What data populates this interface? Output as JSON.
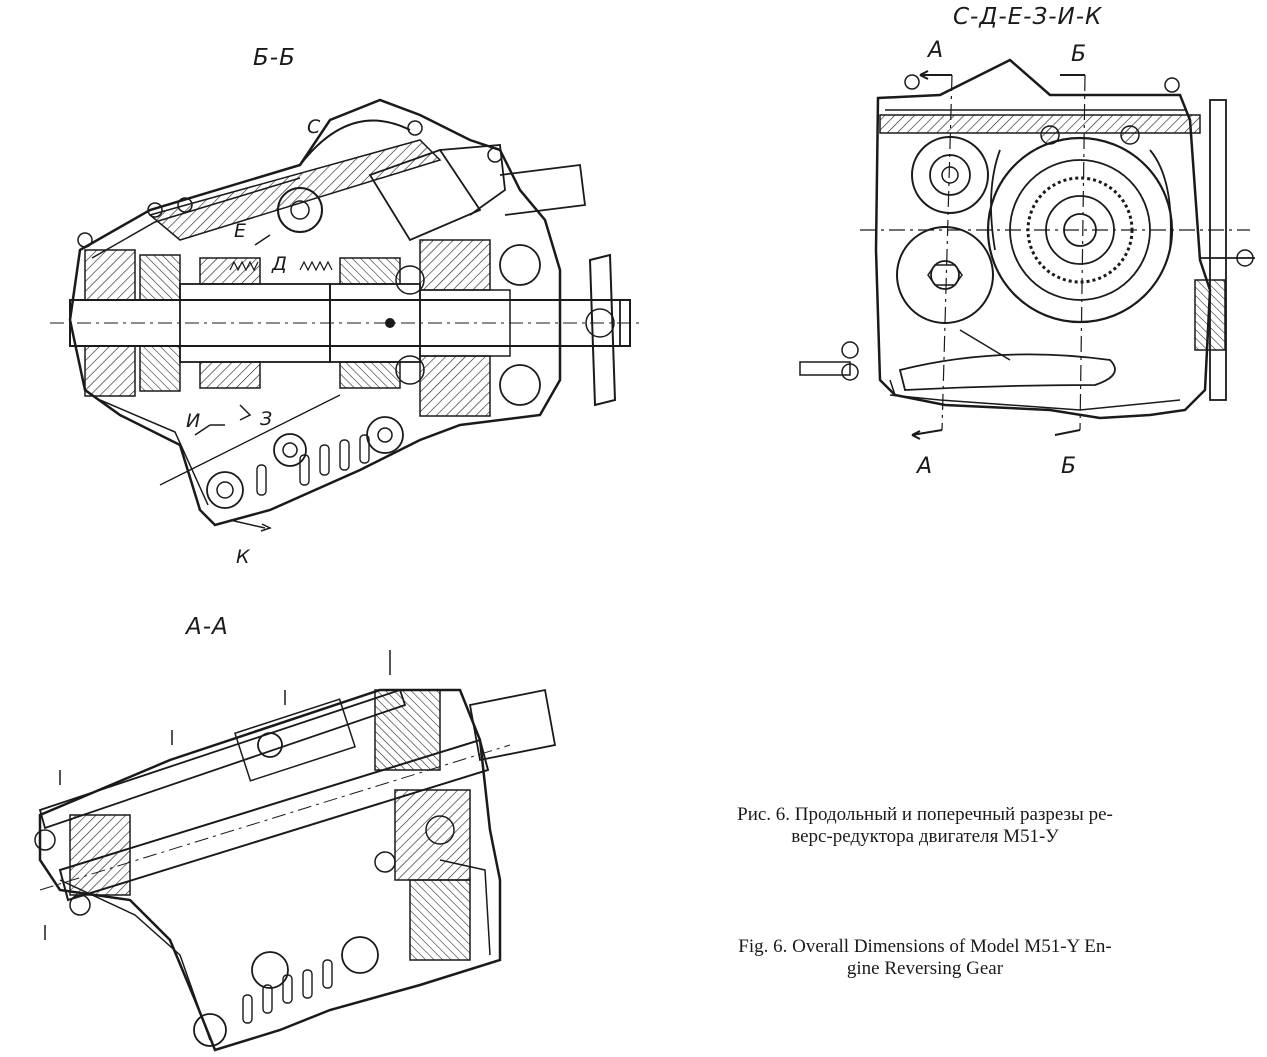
{
  "views": {
    "bb": {
      "title": "Б-Б",
      "labels": {
        "c": "С",
        "e": "Е",
        "d": "Д",
        "i": "И",
        "z": "З",
        "k": "К"
      }
    },
    "aa": {
      "title": "А-А"
    },
    "cross": {
      "title": "С-Д-Е-З-И-К",
      "labels": {
        "a_top": "А",
        "b_top": "Б",
        "a_bottom": "А",
        "b_bottom": "Б"
      }
    }
  },
  "caption": {
    "ru_line1": "Рис. 6. Продольный и поперечный разрезы ре-",
    "ru_line2": "верс-редуктора двигателя М51-У",
    "en_line1": "Fig. 6. Overall Dimensions of Model M51-Y En-",
    "en_line2": "gine Reversing Gear"
  }
}
